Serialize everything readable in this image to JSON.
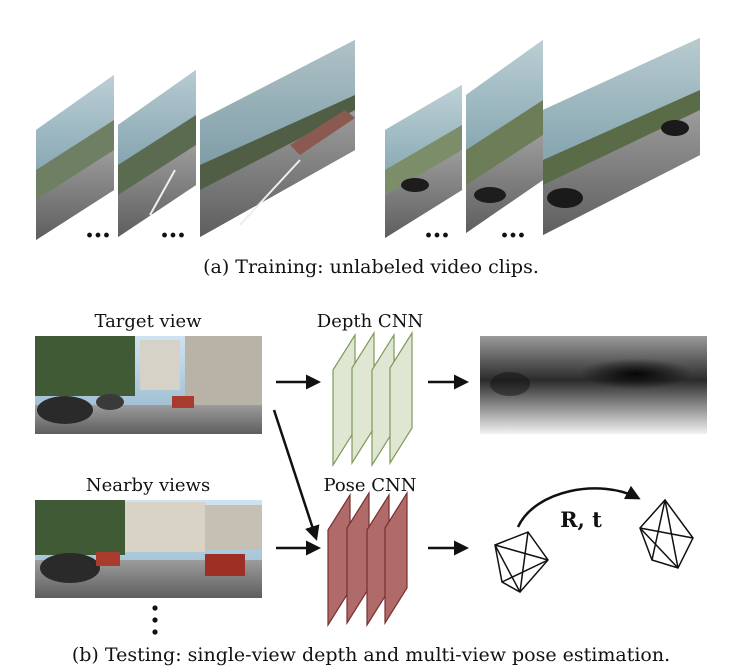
{
  "caption_a": "(a) Training: unlabeled video clips.",
  "caption_b": "(b) Testing: single-view depth and multi-view pose estimation.",
  "target_view_label": "Target view",
  "nearby_views_label": "Nearby views",
  "depth_cnn_label": "Depth CNN",
  "pose_cnn_label": "Pose CNN",
  "pose_output_label": "R, t",
  "ellipsis": "…",
  "colors": {
    "depth_cnn": "#dfe6d2",
    "depth_cnn_edge": "#7f9a5a",
    "pose_cnn": "#b06a6a",
    "pose_cnn_edge": "#7a2f2f"
  }
}
